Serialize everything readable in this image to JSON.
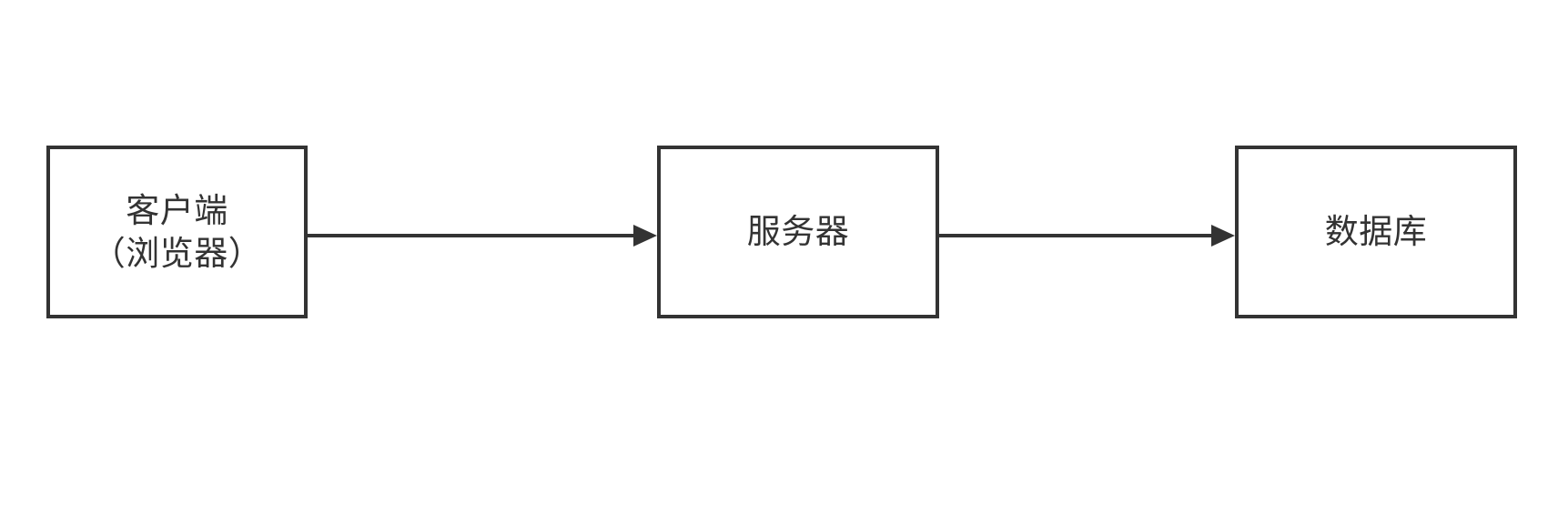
{
  "diagram": {
    "title": "",
    "background_color": "#ffffff",
    "stroke_color": "#333333",
    "text_color": "#333333",
    "nodes": [
      {
        "id": "client",
        "label_line1": "客户端",
        "label_line2": "（浏览器）",
        "label": "客户端\n（浏览器）"
      },
      {
        "id": "server",
        "label_line1": "服务器",
        "label_line2": "",
        "label": "服务器"
      },
      {
        "id": "database",
        "label_line1": "数据库",
        "label_line2": "",
        "label": "数据库"
      }
    ],
    "edges": [
      {
        "id": "client-server",
        "from": "客户端（浏览器）",
        "to": "服务器",
        "label": "",
        "arrow": "arrow-right-icon"
      },
      {
        "id": "server-database",
        "from": "服务器",
        "to": "数据库",
        "label": "",
        "arrow": "arrow-right-icon"
      }
    ]
  }
}
